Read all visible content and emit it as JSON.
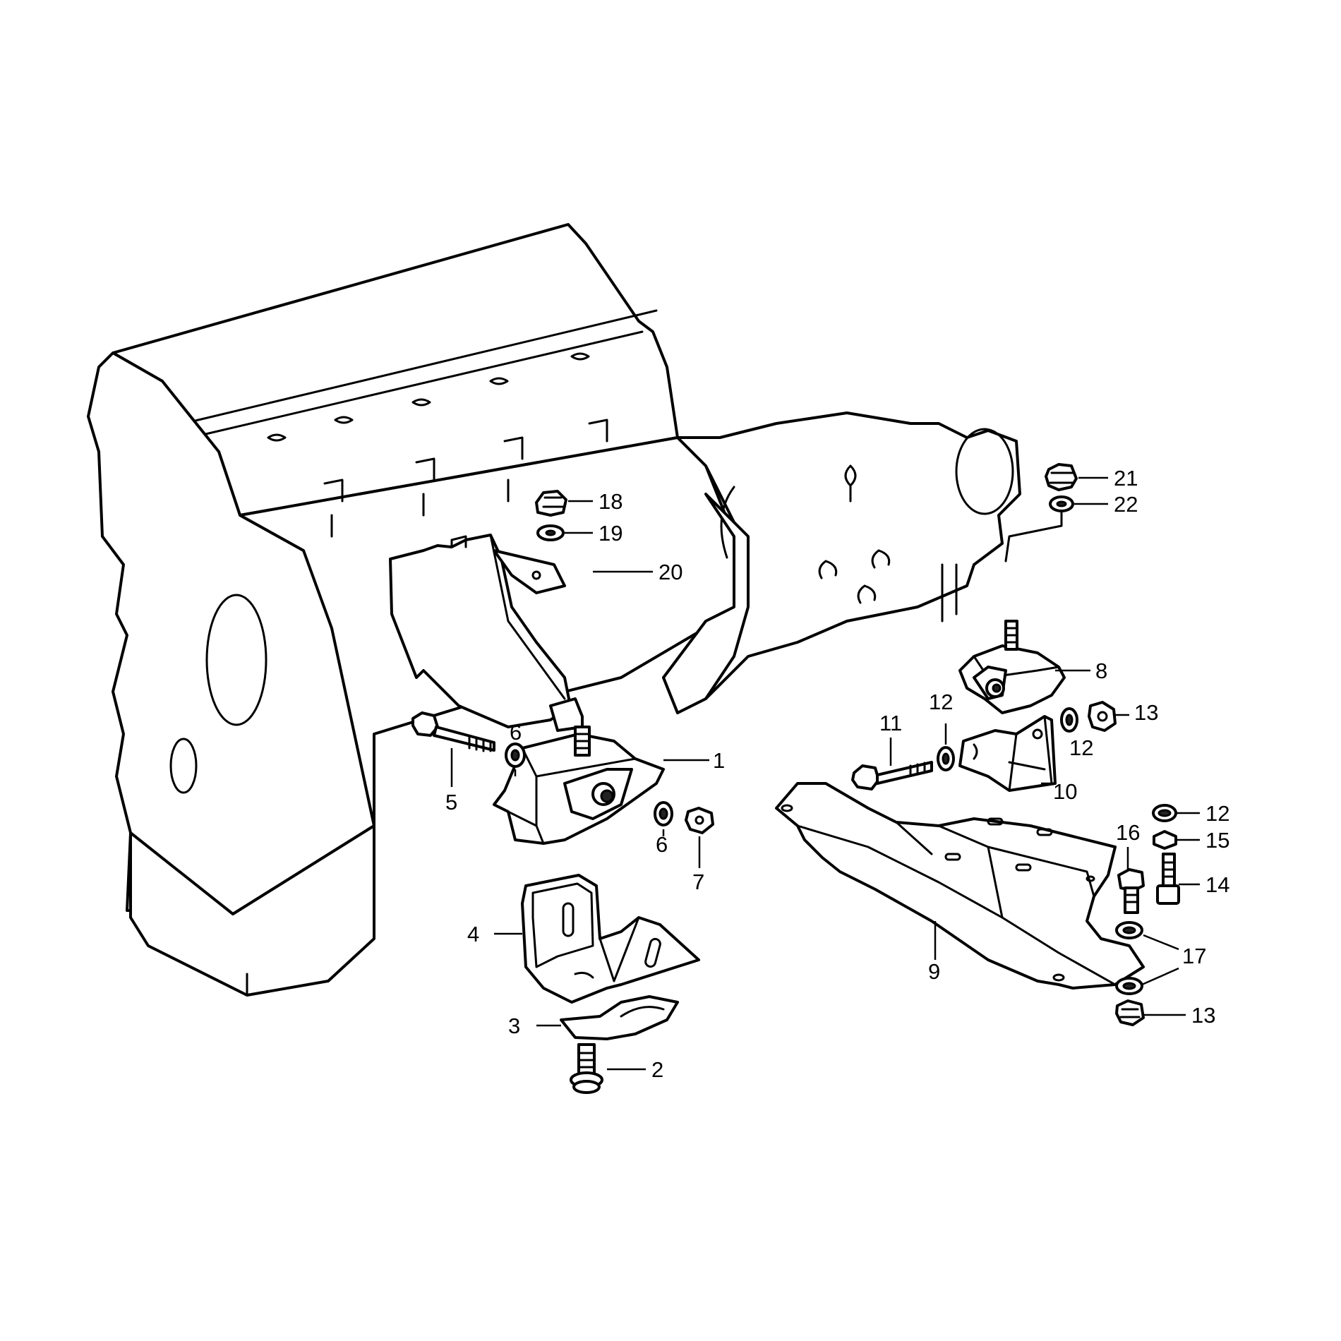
{
  "diagram": {
    "callouts": [
      {
        "id": "c1",
        "label": "1"
      },
      {
        "id": "c2",
        "label": "2"
      },
      {
        "id": "c3",
        "label": "3"
      },
      {
        "id": "c4",
        "label": "4"
      },
      {
        "id": "c5",
        "label": "5"
      },
      {
        "id": "c6a",
        "label": "6"
      },
      {
        "id": "c6b",
        "label": "6"
      },
      {
        "id": "c7",
        "label": "7"
      },
      {
        "id": "c8",
        "label": "8"
      },
      {
        "id": "c9",
        "label": "9"
      },
      {
        "id": "c10",
        "label": "10"
      },
      {
        "id": "c11",
        "label": "11"
      },
      {
        "id": "c12a",
        "label": "12"
      },
      {
        "id": "c12b",
        "label": "12"
      },
      {
        "id": "c12c",
        "label": "12"
      },
      {
        "id": "c13a",
        "label": "13"
      },
      {
        "id": "c13b",
        "label": "13"
      },
      {
        "id": "c14",
        "label": "14"
      },
      {
        "id": "c15",
        "label": "15"
      },
      {
        "id": "c16",
        "label": "16"
      },
      {
        "id": "c17",
        "label": "17"
      },
      {
        "id": "c18",
        "label": "18"
      },
      {
        "id": "c19",
        "label": "19"
      },
      {
        "id": "c20",
        "label": "20"
      },
      {
        "id": "c21",
        "label": "21"
      },
      {
        "id": "c22",
        "label": "22"
      }
    ]
  }
}
